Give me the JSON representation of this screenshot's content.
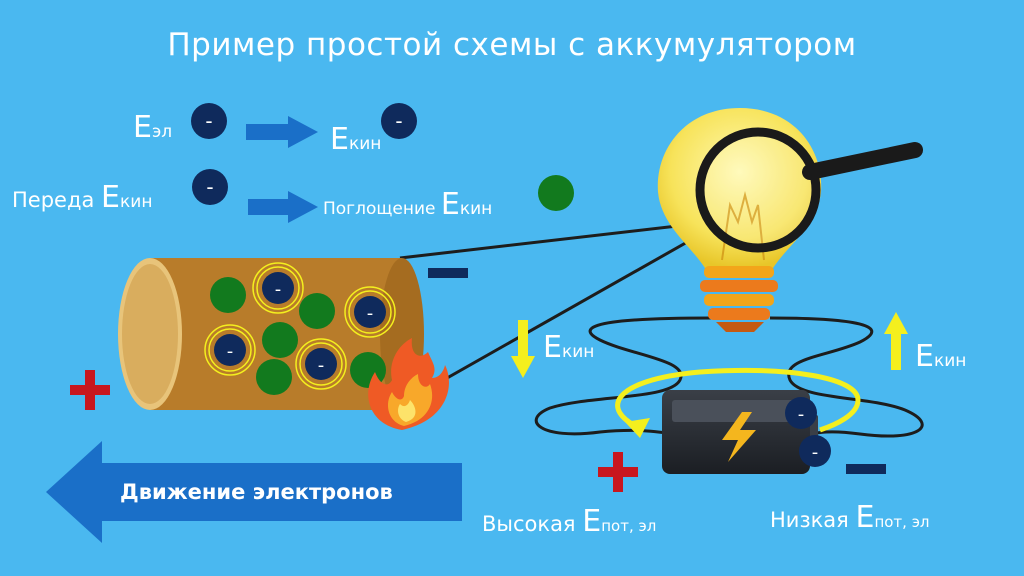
{
  "title": "Пример простой схемы с аккумулятором",
  "legend": {
    "row1_left": {
      "main": "E",
      "sub": "эл"
    },
    "row1_right": {
      "main": "E",
      "sub": "кин"
    },
    "row2_left": {
      "prefix": "Переда ",
      "main": "E",
      "sub": "кин"
    },
    "row2_right": {
      "prefix": "Поглощение ",
      "main": "E",
      "sub": "кин"
    }
  },
  "electron_sign": "-",
  "bulb_left_label": {
    "main": "E",
    "sub": "кин"
  },
  "bulb_right_label": {
    "main": "E",
    "sub": "кин"
  },
  "battery_left_label": {
    "prefix": "Высокая ",
    "main": "E",
    "sub": "пот, эл"
  },
  "battery_right_label": {
    "prefix": "Низкая ",
    "main": "E",
    "sub": "пот, эл"
  },
  "flow_arrow_label": "Движение электронов",
  "colors": {
    "background": "#4ab8f0",
    "electron": "#0f2a5c",
    "absorbed": "#127a1e",
    "wire_body": "#b87c2a",
    "plus": "#c8161e",
    "minus": "#0f2a5c",
    "flow_arrow": "#1a6fc8",
    "yellow": "#f4ef1e"
  }
}
